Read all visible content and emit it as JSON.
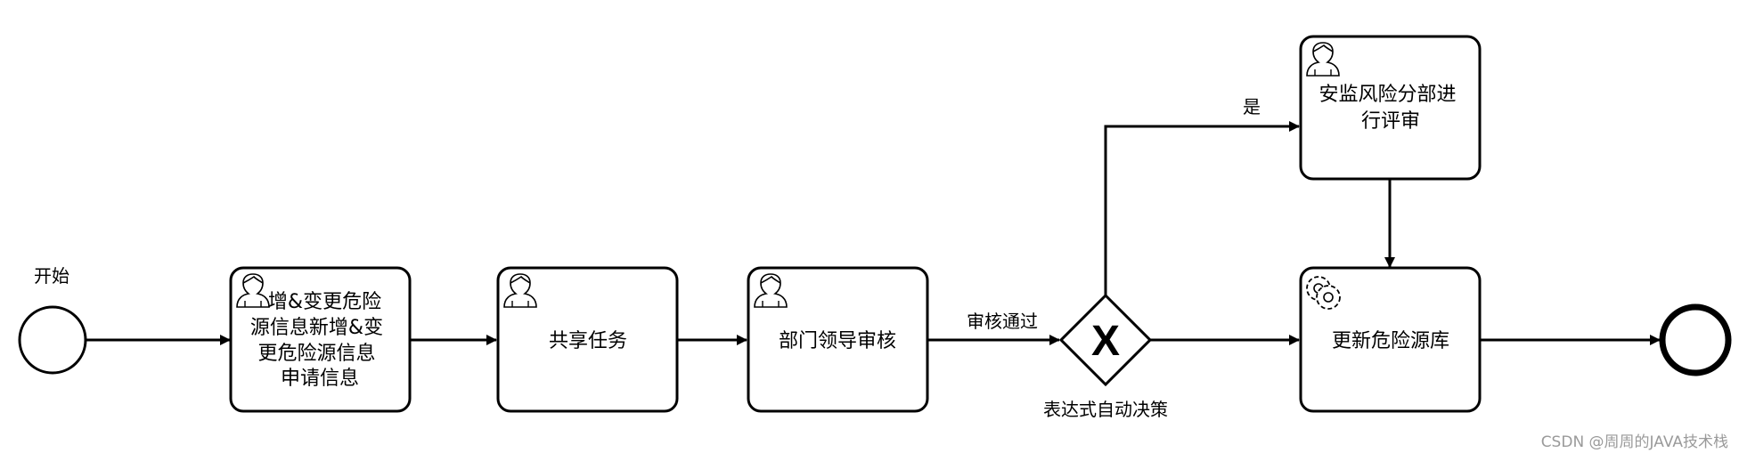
{
  "diagram": {
    "start_event": {
      "label": "开始"
    },
    "end_event": {
      "label": ""
    },
    "tasks": [
      {
        "id": "task1",
        "kind": "user",
        "lines": [
          "增&变更危险",
          "源信息新增&变",
          "更危险源信息",
          "申请信息"
        ]
      },
      {
        "id": "task2",
        "kind": "user",
        "lines": [
          "共享任务"
        ]
      },
      {
        "id": "task3",
        "kind": "user",
        "lines": [
          "部门领导审核"
        ]
      },
      {
        "id": "task4",
        "kind": "user",
        "lines": [
          "安监风险分部进",
          "行评审"
        ]
      },
      {
        "id": "task5",
        "kind": "service",
        "lines": [
          "更新危险源库"
        ]
      }
    ],
    "gateway": {
      "type": "exclusive",
      "marker": "X",
      "label": "表达式自动决策"
    },
    "flow_labels": {
      "approved": "审核通过",
      "yes": "是"
    },
    "icons": {
      "user_task": "user-icon",
      "service_task": "gear-icon"
    },
    "colors": {
      "stroke": "#000000",
      "fill": "#ffffff"
    }
  },
  "watermark": "CSDN @周周的JAVA技术栈"
}
